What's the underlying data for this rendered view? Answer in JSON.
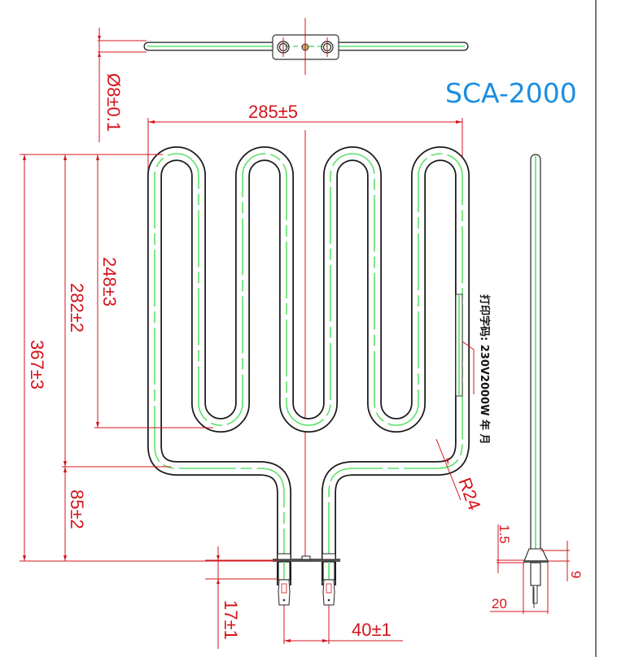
{
  "title": "SCA-2000",
  "dimensions": {
    "tube_diameter": "Ø8±0.1",
    "overall_width": "285±5",
    "overall_height": "367±3",
    "height_to_bend": "282±2",
    "loop_height": "248±3",
    "leg_length": "85±2",
    "terminal_length": "17±1",
    "terminal_spacing": "40±1",
    "bend_radius": "R24",
    "flange_thickness": "1.5",
    "flange_height": "9",
    "flange_width": "20"
  },
  "marking_note": "打印字码: 230V2000W 年 月",
  "colors": {
    "dimension": "#d4141c",
    "title": "#1c8ee0",
    "centerline": "#5fe06a",
    "outline": "#1a1a1a"
  }
}
